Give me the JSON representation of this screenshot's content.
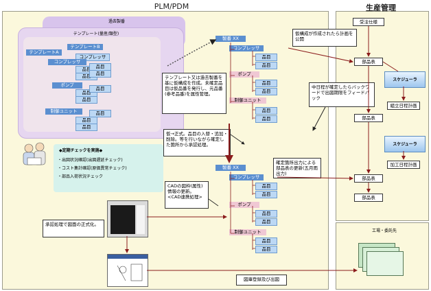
{
  "panels": {
    "plm_title": "PLM/PDM",
    "prod_title": "生産管理"
  },
  "left_stack": {
    "back_label": "過去製番",
    "template_label": "テンプレート(量産/類型)",
    "templateB": "テンプレートB",
    "templateA": "テンプレートA",
    "compressor_b": "コンプレッサ",
    "compressor": "コンプレッサ",
    "pump": "ポンプ",
    "control_unit": "制御ユニット",
    "part": "品目"
  },
  "bom_top": {
    "title": "製番 XX",
    "compressor": "コンプレッサ",
    "pump": "ポンプ",
    "control_unit": "制御ユニット",
    "part": "品目"
  },
  "bom_bottom": {
    "title": "製番 XX",
    "compressor": "コンプレッサ",
    "pump": "ポンプ",
    "control_unit": "制御ユニット",
    "part": "品目"
  },
  "notes": {
    "template_note": "テンプレート又は過去製番を基に仮構成を作成。未確定品目は仮品番を発行し、元品番(参考品番)を属性管理。",
    "formalize_note": "仮→正式。品目の入替・追加・削除。等を行いながら確定した箇所から承認処理。",
    "cad_note": "CADの図枠(属性)情報の更新。<CAD連携処理>",
    "approval_note": "承認処理で図面の正式化。",
    "check_title": "◆定期チェックを実施◆",
    "check_items": [
      "・出図状況確認(出図遅延チェック)",
      "・コスト集計確認(原価異常チェック)",
      "・部品入荷状況チェック"
    ],
    "tentative_publish": "仮構成が作成されたら計画を公開",
    "feedback": "中日程が確定したらバックワードで出図期限をフィードバック",
    "confirmed_output": "確定箇所出力による部品表の更新(五月雨出力)",
    "drawing_reg": "図庫登録及び出図"
  },
  "production": {
    "order_spec": "受注仕様",
    "bom1": "部品表",
    "bom2": "部品表",
    "bom3": "部品表",
    "bom4": "部品表",
    "scheduler1": "スケジューラ",
    "scheduler2": "スケジューラ",
    "assembly_plan": "組立日程計画",
    "machining_plan": "加工日程計画"
  },
  "factory": {
    "label": "工場・委託先"
  },
  "colors": {
    "panel_bg": "#fbf8dc",
    "blue": "#5b8fd0",
    "light_blue": "#bcd8f4",
    "pink": "#f0c8d4",
    "lavender": "#d8c4ec",
    "dark_red": "#8b1c1c"
  }
}
